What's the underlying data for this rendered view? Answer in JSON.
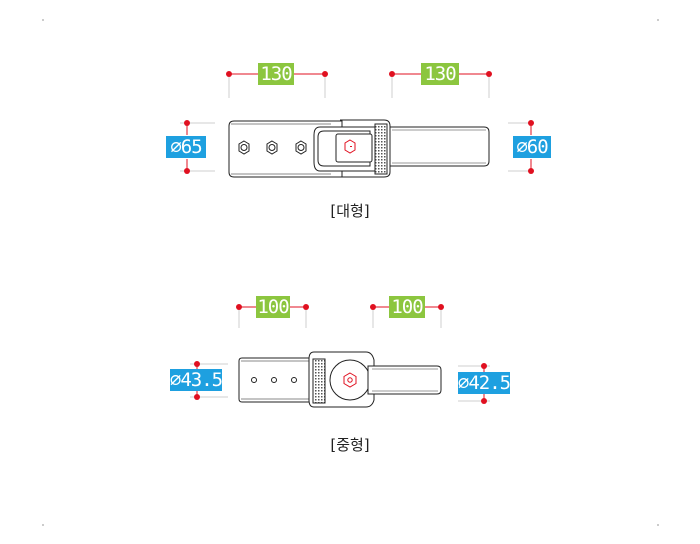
{
  "large": {
    "caption": "[대형]",
    "length_left": "130",
    "length_right": "130",
    "dia_left": "⌀65",
    "dia_right": "⌀60"
  },
  "medium": {
    "caption": "[중형]",
    "length_left": "100",
    "length_right": "100",
    "dia_left": "⌀43.5",
    "dia_right": "⌀42.5"
  },
  "colors": {
    "length_box": "#8cc63f",
    "diameter_box": "#1ea0e0",
    "marker": "#e01020",
    "outline": "#222222"
  }
}
